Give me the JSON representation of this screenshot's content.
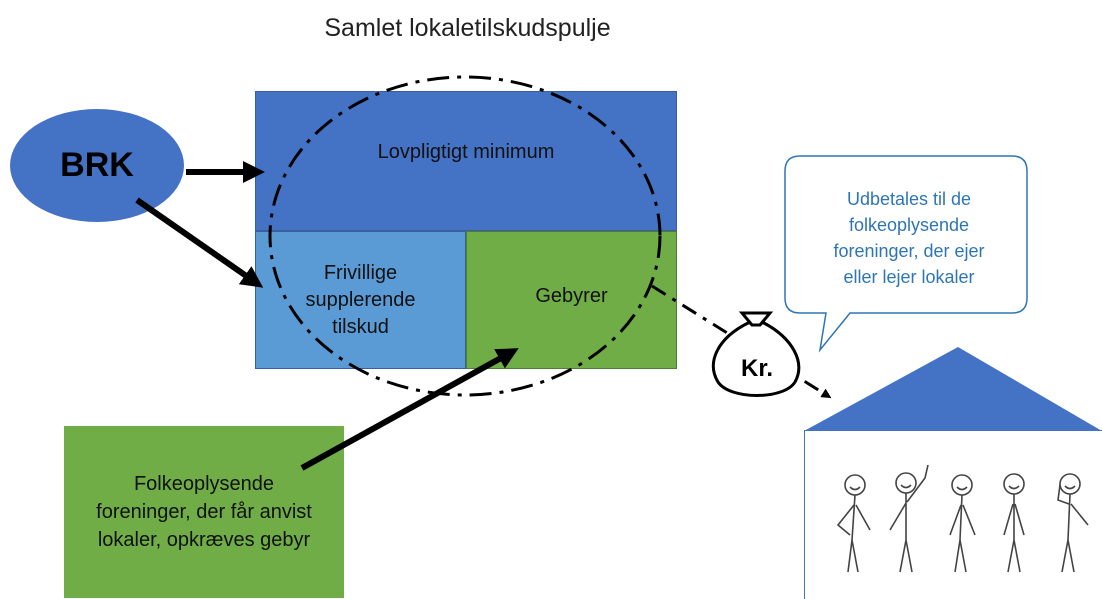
{
  "title": "Samlet lokaletilskudspulje",
  "brk_label": "BRK",
  "boxes": {
    "mandatory": "Lovpligtigt minimum",
    "voluntary": [
      "Frivillige",
      "supplerende",
      "tilskud"
    ],
    "fees": "Gebyrer",
    "associations": [
      "Folkeoplysende",
      "foreninger, der får anvist",
      "lokaler, opkræves gebyr"
    ]
  },
  "bubble": [
    "Udbetales til de",
    "folkeoplysende",
    "foreninger, der ejer",
    "eller lejer lokaler"
  ],
  "moneybag_label": "Kr.",
  "colors": {
    "dark_blue": "#4472c4",
    "light_blue": "#5b9bd5",
    "green": "#70ad47",
    "bubble_text": "#2e75b6"
  }
}
